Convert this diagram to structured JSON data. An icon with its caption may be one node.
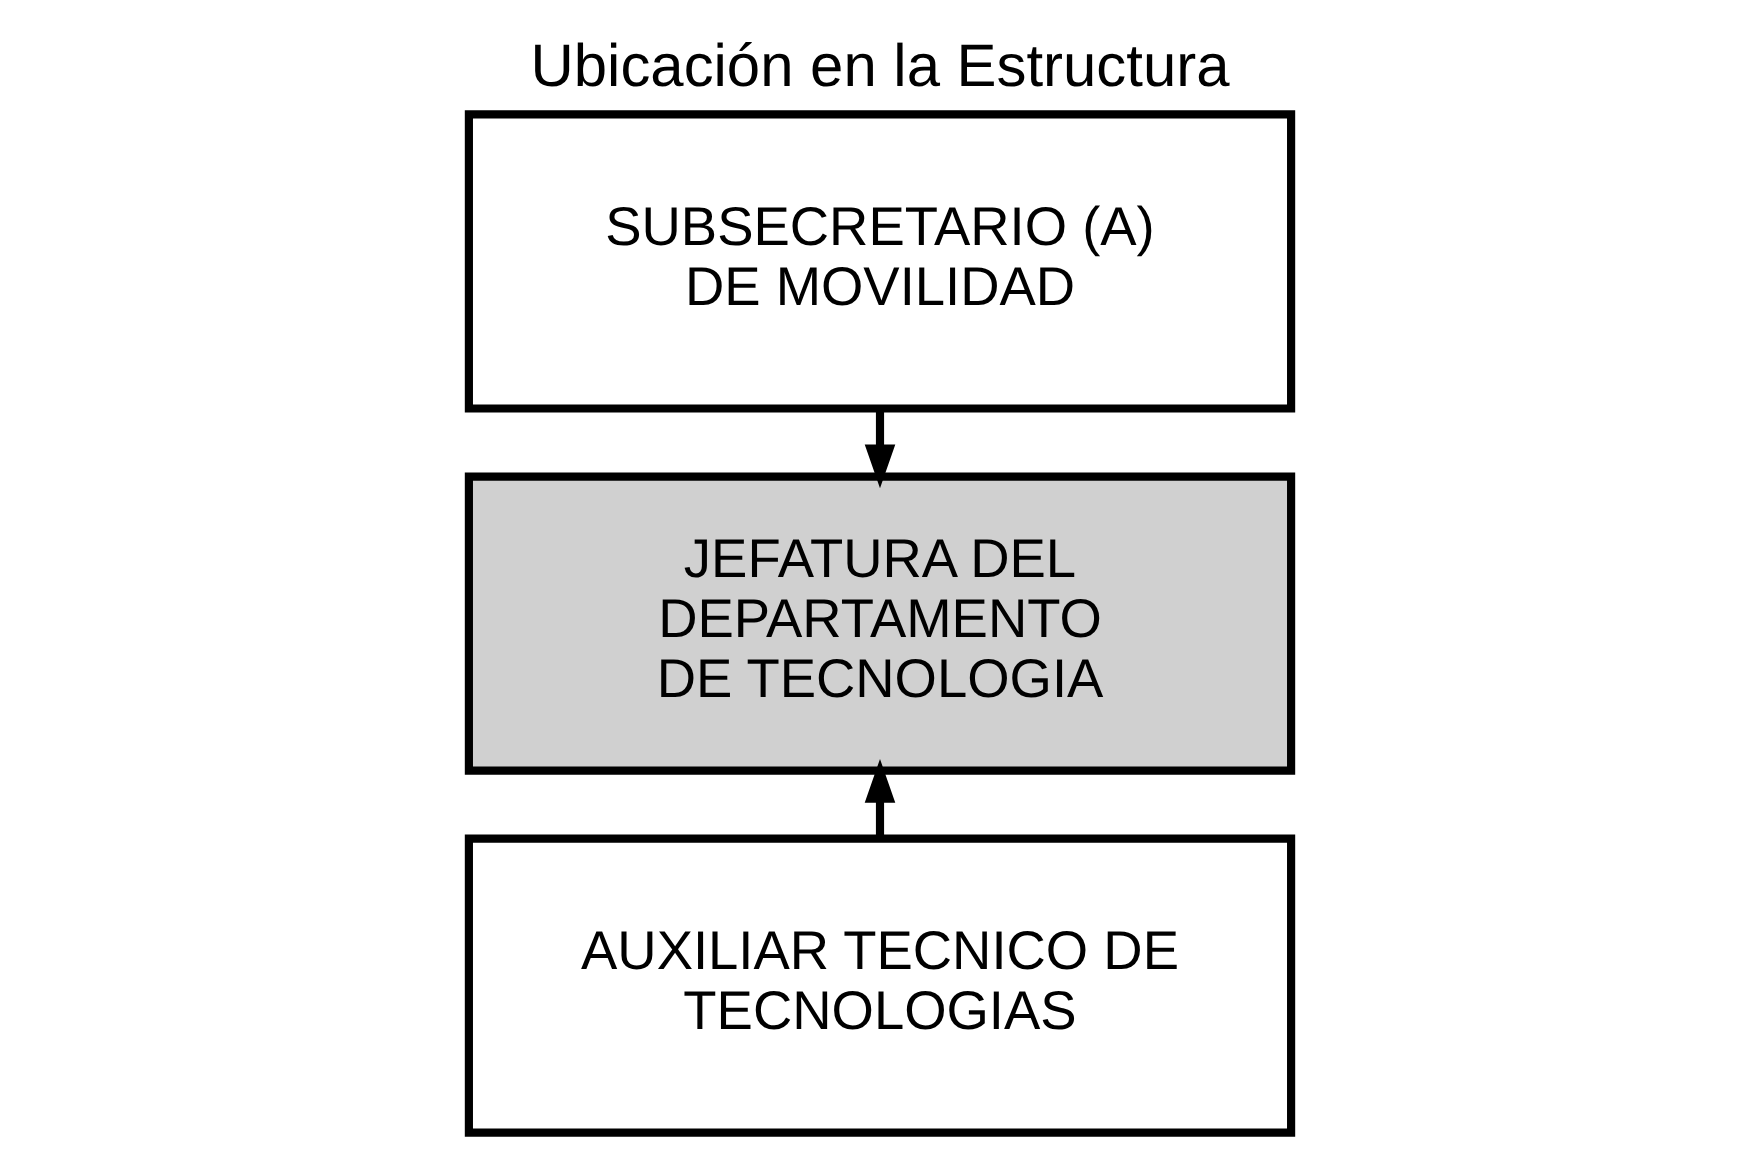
{
  "diagram": {
    "title": "Ubicación en la Estructura",
    "nodes": [
      {
        "text": [
          "SUBSECRETARIO (A) DE MOVILIDAD"
        ]
      },
      {
        "text": [
          "JEFATURA DEL DEPARTAMENTO DE TECNOLOGIA"
        ]
      },
      {
        "text": [
          "AUXILIAR TECNICO DE TECNOLOGIAS"
        ]
      }
    ],
    "edges": [
      {
        "from": 0,
        "to": 1,
        "arrow": "to"
      },
      {
        "from": 2,
        "to": 1,
        "arrow": "to"
      }
    ]
  }
}
